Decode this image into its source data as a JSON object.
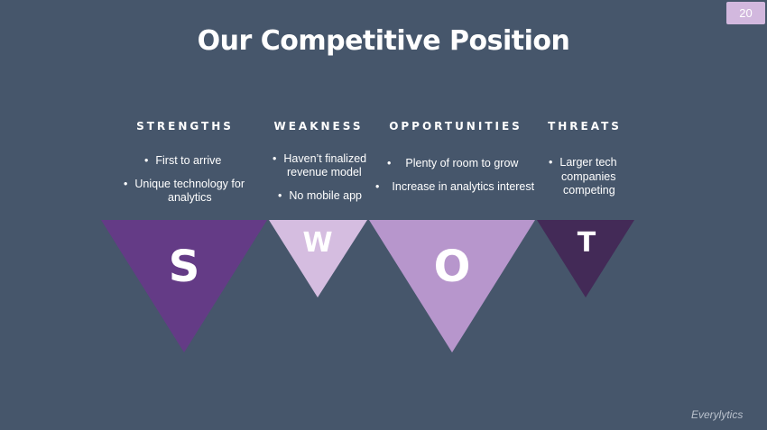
{
  "slide": {
    "page_number": "20",
    "title": "Our Competitive Position",
    "brand": "Everylytics",
    "colors": {
      "background": "#46566b",
      "strengths": "#643b86",
      "weakness": "#d5bde0",
      "opportunities": "#b796cc",
      "threats": "#432a57",
      "badge": "#d2b8de"
    },
    "swot": [
      {
        "heading": "STRENGTHS",
        "letter": "S",
        "bullets": [
          "First to arrive",
          "Unique technology for",
          "analytics"
        ]
      },
      {
        "heading": "WEAKNESS",
        "letter": "W",
        "bullets": [
          "Haven’t finalized",
          "revenue model",
          "No mobile app"
        ]
      },
      {
        "heading": "OPPORTUNITIES",
        "letter": "O",
        "bullets": [
          "Plenty of room to grow",
          "Increase in analytics interest"
        ]
      },
      {
        "heading": "THREATS",
        "letter": "T",
        "bullets": [
          "Larger tech",
          "companies",
          "competing"
        ]
      }
    ]
  }
}
